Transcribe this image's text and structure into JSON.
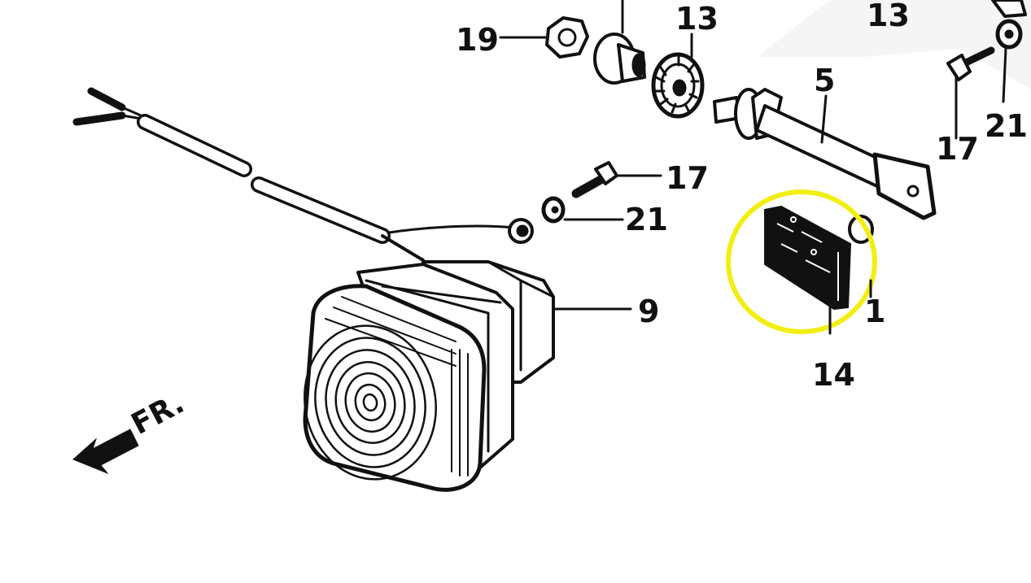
{
  "diagram": {
    "callouts": {
      "c19": "19",
      "c13_washer": "13",
      "c13_right": "13",
      "c5": "5",
      "c17_right": "17",
      "c21_right": "21",
      "c17_mid": "17",
      "c21_mid": "21",
      "c9": "9",
      "c14": "14",
      "c1": "1"
    },
    "direction_label": "FR.",
    "highlight_color": "#f2ee12",
    "ink_color": "#111111"
  }
}
